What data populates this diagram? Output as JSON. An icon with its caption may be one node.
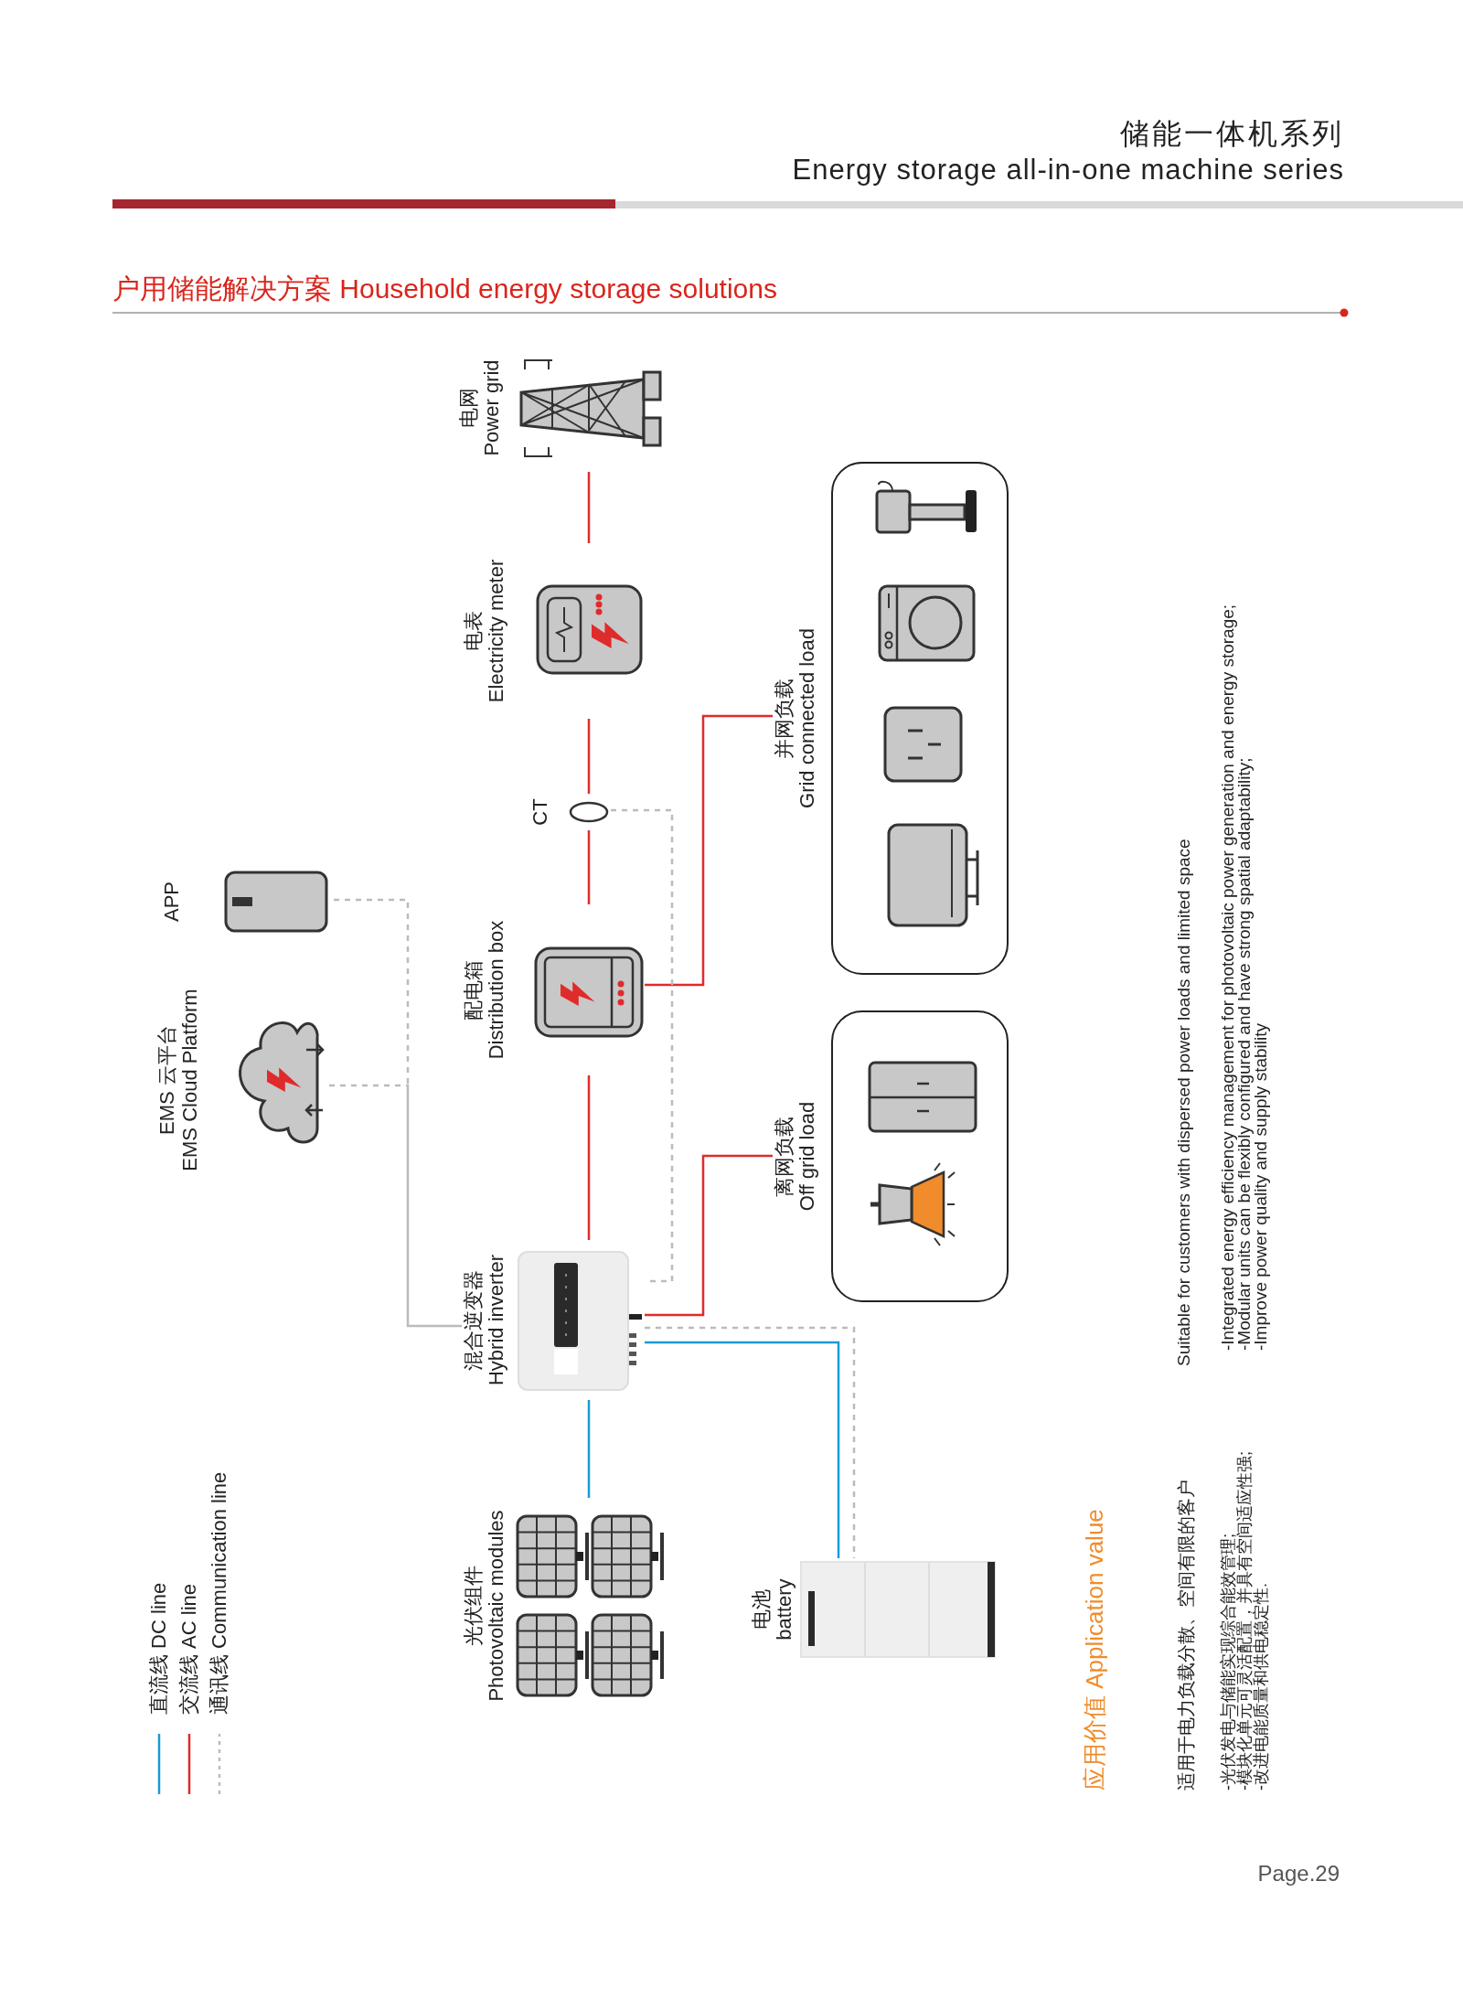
{
  "diagram": {
    "title": "户用储能解决方案 Household energy storage solutions",
    "nodes": [
      {
        "text": [
          "APP"
        ]
      },
      {
        "text": [
          "EMS 云平台",
          "EMS Cloud Platform"
        ]
      },
      {
        "text": [
          "电网",
          "Power grid"
        ]
      },
      {
        "text": [
          "电表",
          "Electricity meter"
        ]
      },
      {
        "text": [
          "CT"
        ]
      },
      {
        "text": [
          "配电箱",
          "Distribution box"
        ]
      },
      {
        "text": [
          "混合逆变器",
          "Hybrid inverter"
        ]
      },
      {
        "text": [
          "光伏组件",
          "Photovoltaic modules"
        ]
      },
      {
        "text": [
          "电池",
          "battery"
        ]
      },
      {
        "text": [
          "并网负载",
          "Grid connected load"
        ]
      },
      {
        "text": [
          "离网负载",
          "Off grid load"
        ]
      }
    ],
    "edges": [
      {
        "from": 2,
        "to": 3,
        "arrow": "none"
      },
      {
        "from": 3,
        "to": 4,
        "arrow": "none"
      },
      {
        "from": 4,
        "to": 5,
        "arrow": "none"
      },
      {
        "from": 5,
        "to": 6,
        "arrow": "none"
      },
      {
        "from": 5,
        "to": 9,
        "arrow": "none"
      },
      {
        "from": 6,
        "to": 10,
        "arrow": "none"
      },
      {
        "from": 7,
        "to": 6,
        "arrow": "none",
        "color": "#1a9ad6"
      },
      {
        "from": 6,
        "to": 8,
        "arrow": "none",
        "color": "#1a9ad6"
      },
      {
        "from": 4,
        "to": 6,
        "arrow": "none",
        "style": "dashed",
        "color": "#bbbbbb"
      },
      {
        "from": 6,
        "to": 8,
        "arrow": "none",
        "style": "dashed",
        "color": "#bbbbbb"
      },
      {
        "from": 1,
        "to": 6,
        "arrow": "none",
        "style": "dashed",
        "color": "#bbbbbb"
      },
      {
        "from": 0,
        "to": 6,
        "arrow": "none",
        "style": "dashed",
        "color": "#bbbbbb"
      }
    ],
    "labels": [
      "储能一体机系列",
      "Energy storage all-in-one machine series",
      "应用价值 Application value",
      "适用于电力负载分散、空间有限的客户",
      "Suitable for customers with dispersed power loads and limited space",
      "-光伏发电与储能实现综合能效管理;",
      "-模块化单元可灵活配置，并具有空间适应性强;",
      "-改进电能质量和供电稳定性.",
      "-Integrated energy efficiency management for photovoltaic power generation and energy storage;",
      "-Modular units can be flexibly configured and have strong spatial adaptability;",
      "-Improve power quality and supply stability",
      "Page.29"
    ],
    "legend": [
      {
        "text": "直流线 DC line"
      },
      {
        "text": "交流线 AC line"
      },
      {
        "text": "通讯线 Communication line"
      }
    ]
  }
}
